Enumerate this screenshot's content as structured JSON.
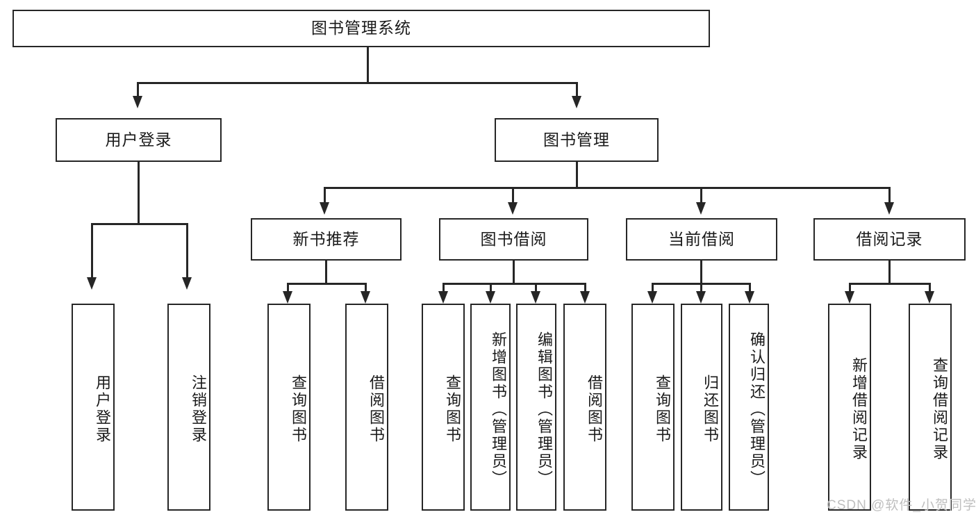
{
  "diagram": {
    "type": "tree",
    "title": "图书管理系统",
    "root": {
      "label": "图书管理系统"
    },
    "level2": [
      {
        "label": "用户登录"
      },
      {
        "label": "图书管理"
      }
    ],
    "level3": [
      {
        "label": "新书推荐"
      },
      {
        "label": "图书借阅"
      },
      {
        "label": "当前借阅"
      },
      {
        "label": "借阅记录"
      }
    ],
    "leaves": {
      "user_login": [
        {
          "label": "用户登录"
        },
        {
          "label": "注销登录"
        }
      ],
      "new_book_recommend": [
        {
          "label": "查询图书"
        },
        {
          "label": "借阅图书"
        }
      ],
      "book_borrow": [
        {
          "label": "查询图书"
        },
        {
          "label": "新增图书（管理员）"
        },
        {
          "label": "编辑图书（管理员）"
        },
        {
          "label": "借阅图书"
        }
      ],
      "current_borrow": [
        {
          "label": "查询图书"
        },
        {
          "label": "归还图书"
        },
        {
          "label": "确认归还（管理员）"
        }
      ],
      "borrow_record": [
        {
          "label": "新增借阅记录"
        },
        {
          "label": "查询借阅记录"
        }
      ]
    }
  },
  "watermark": {
    "text": "CSDN @软件_小贺同学"
  },
  "colors": {
    "stroke": "#262626",
    "background": "#ffffff",
    "text": "#1a1a1a",
    "watermark": "#bfbfbf"
  }
}
